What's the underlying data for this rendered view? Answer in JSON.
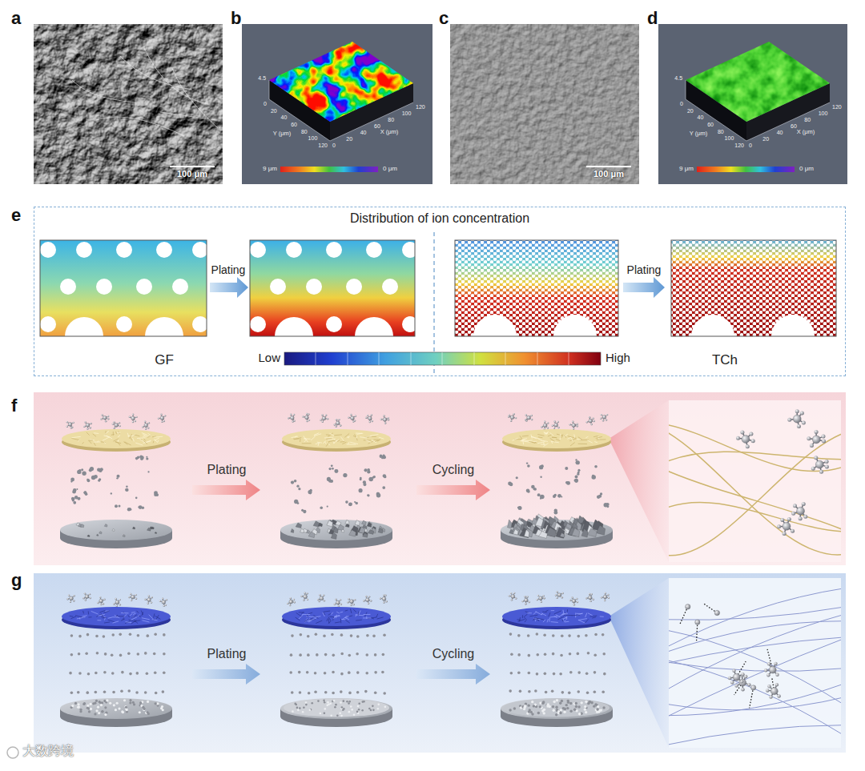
{
  "diagram": {
    "nodes": [
      {
        "text": [
          "Distribution of ion concentration"
        ]
      }
    ],
    "labels": [
      "a",
      "100 μm",
      "b",
      "4.5",
      "0",
      "20",
      "40",
      "60",
      "80",
      "100",
      "120",
      "Y (μm)",
      "0",
      "20",
      "40",
      "60",
      "80",
      "100",
      "120",
      "X (μm)",
      "9 μm",
      "0 μm",
      "c",
      "100 μm",
      "d",
      "4.5",
      "0",
      "20",
      "40",
      "60",
      "80",
      "100",
      "120",
      "Y (μm)",
      "0",
      "20",
      "40",
      "60",
      "80",
      "100",
      "120",
      "X (μm)",
      "9 μm",
      "0 μm",
      "e",
      "Plating",
      "Plating",
      "Low",
      "High",
      "GF",
      "TCh",
      "f",
      "Plating",
      "Cycling",
      "g",
      "Plating",
      "Cycling",
      "大数跨境"
    ]
  }
}
